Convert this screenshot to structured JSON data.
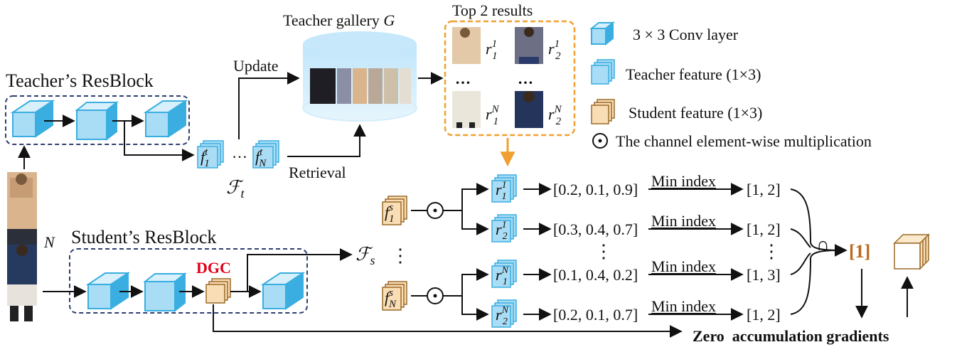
{
  "teacher_block": {
    "title": "Teacher’s ResBlock"
  },
  "student_block": {
    "title": "Student’s ResBlock",
    "dgc_label": "DGC"
  },
  "gallery": {
    "title": "Teacher gallery ",
    "title_var": "G",
    "update_label": "Update",
    "retrieval_label": "Retrieval"
  },
  "top_results": {
    "title": "Top 2 results",
    "ellipsis": "…"
  },
  "teacher_features": {
    "f_first": "f",
    "f_first_sup": "t",
    "f_first_sub": "1",
    "f_last": "f",
    "f_last_sup": "t",
    "f_last_sub": "N",
    "dots": "…",
    "set": "ℱ",
    "set_sub": "t"
  },
  "student_features": {
    "set": "ℱ",
    "set_sub": "s",
    "dots": "⋮"
  },
  "input": {
    "batch_label": "N"
  },
  "legend": {
    "conv": "3 × 3 Conv layer",
    "teacher_feature": "Teacher feature (1×3)",
    "student_feature": "Student feature (1×3)",
    "multiplication": "The channel element-wise multiplication"
  },
  "matching": {
    "rows": [
      {
        "r": "r",
        "sup": "1",
        "sub": "1",
        "vector": "[0.2, 0.1, 0.9]",
        "op": "Min index",
        "result": "[1, 2]"
      },
      {
        "r": "r",
        "sup": "1",
        "sub": "2",
        "vector": "[0.3, 0.4, 0.7]",
        "op": "Min index",
        "result": "[1, 2]"
      },
      {
        "r": "r",
        "sup": "N",
        "sub": "1",
        "vector": "[0.1, 0.4, 0.2]",
        "op": "Min index",
        "result": "[1, 3]"
      },
      {
        "r": "r",
        "sup": "N",
        "sub": "2",
        "vector": "[0.2, 0.1, 0.7]",
        "op": "Min index",
        "result": "[1, 2]"
      }
    ],
    "student_f1": {
      "f": "f",
      "sup": "s",
      "sub": "1"
    },
    "student_fN": {
      "f": "f",
      "sup": "s",
      "sub": "N"
    },
    "vdots": "⋮",
    "intersection": "∩",
    "final_index": "[1]",
    "zero_label": "Zero  accumulation gradients"
  },
  "result_ranks": [
    {
      "sup": "1",
      "sub": "1"
    },
    {
      "sup": "1",
      "sub": "2"
    },
    {
      "sup": "N",
      "sub": "1"
    },
    {
      "sup": "N",
      "sub": "2"
    }
  ],
  "colors": {
    "teacher": "#a9dcf5",
    "teacher_edge": "#3aaee0",
    "student": "#f9ddb4",
    "student_edge": "#9a6a2a",
    "block_border": "#2e3e70",
    "top_border": "#f0a030",
    "accent_red": "#e0001a",
    "final_index": "#b86a1c"
  }
}
